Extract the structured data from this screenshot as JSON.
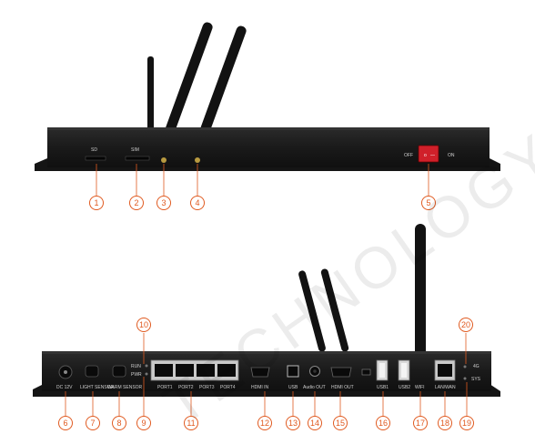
{
  "top_device": {
    "labels": {
      "sd": "SD",
      "sim": "SIM",
      "off": "OFF",
      "on": "ON"
    },
    "callouts": [
      "1",
      "2",
      "3",
      "4",
      "5"
    ]
  },
  "bottom_device": {
    "labels": {
      "run": "RUN",
      "pwr": "PWR",
      "dc": "DC 12V",
      "light_sensor": "LIGHT SENSOR",
      "warm_sensor": "WARM SENSOR",
      "port1": "PORT1",
      "port2": "PORT2",
      "port3": "PORT3",
      "port4": "PORT4",
      "hdmi_in": "HDMI IN",
      "usb": "USB",
      "audio_out": "Audio OUT",
      "hdmi_out": "HDMI OUT",
      "usb1": "USB1",
      "usb2": "USB2",
      "wifi": "WIFI",
      "lan_wan": "LAN/WAN",
      "four_g": "4G",
      "sys": "SYS"
    },
    "callouts": [
      "6",
      "7",
      "8",
      "9",
      "10",
      "11",
      "12",
      "13",
      "14",
      "15",
      "16",
      "17",
      "18",
      "19",
      "20"
    ]
  },
  "watermark": "TECHNOLOGY",
  "colors": {
    "device_body": "#1c1c1c",
    "antenna": "#121212",
    "callout": "#e05a20",
    "switch": "#d0202a"
  }
}
